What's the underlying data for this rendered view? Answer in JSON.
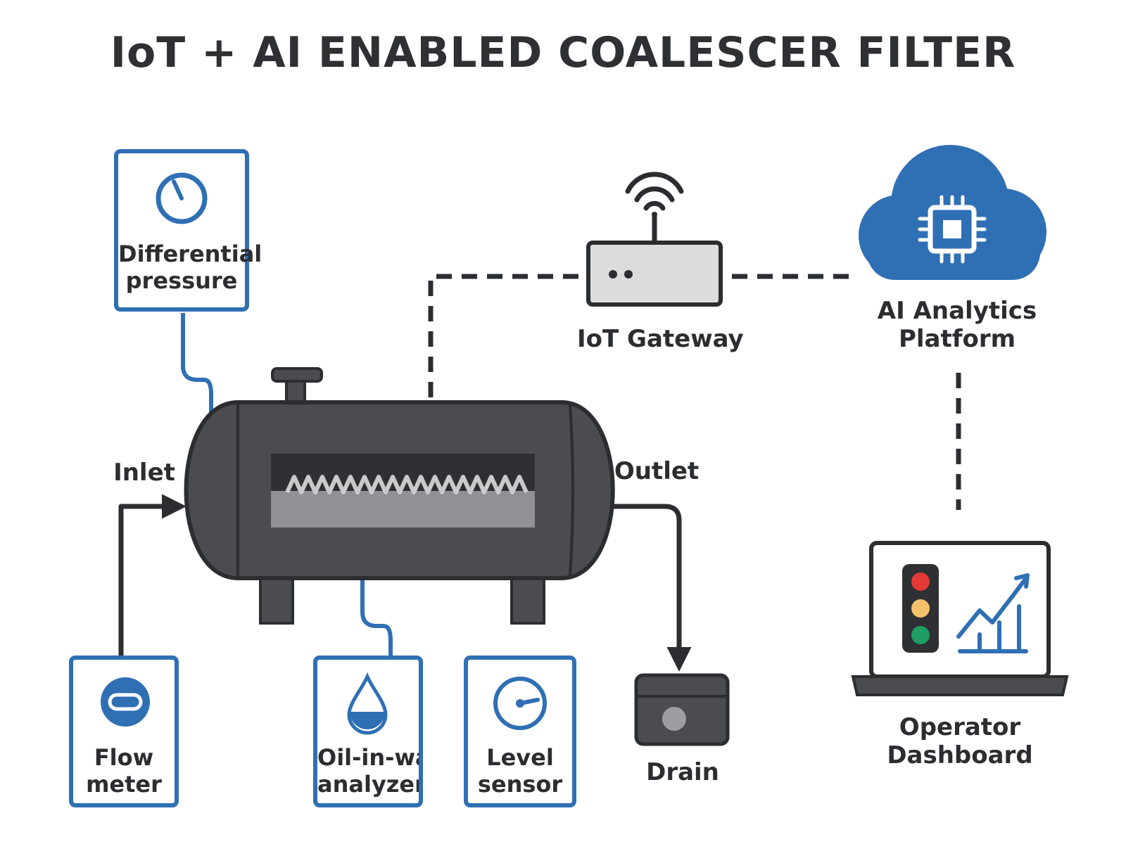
{
  "title": "IoT + AI ENABLED COALESCER FILTER",
  "colors": {
    "accent_blue": "#2f6fb4",
    "vessel": "#4a4c50",
    "outline": "#2b2d31",
    "gateway_fill": "#dcdcdc",
    "light_red": "#e53935",
    "light_amber": "#f5c26b",
    "light_green": "#1f9d63"
  },
  "labels": {
    "inlet": "Inlet",
    "outlet": "Outlet",
    "dp_line1": "Differential",
    "dp_line2": "pressure",
    "gateway": "IoT Gateway",
    "platform_line1": "AI Analytics",
    "platform_line2": "Platform",
    "flow_line1": "Flow",
    "flow_line2": "meter",
    "oil_line1": "Oil-in-wa-",
    "oil_line2": "analyzer",
    "level_line1": "Level",
    "level_line2": "sensor",
    "drain": "Drain",
    "dash_line1": "Operator",
    "dash_line2": "Dashboard"
  },
  "icons": {
    "dp": "pressure-gauge-icon",
    "gateway": "router-icon",
    "wifi": "wifi-icon",
    "platform": "cloud-chip-icon",
    "flow": "flow-meter-icon",
    "oil": "droplet-icon",
    "level": "level-gauge-icon",
    "drain": "drain-box-icon",
    "dashboard": "laptop-icon"
  }
}
